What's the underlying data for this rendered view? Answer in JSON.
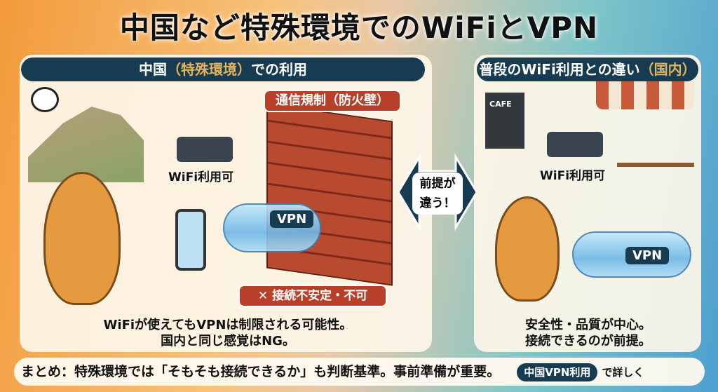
{
  "title": "中国など特殊環境でのWiFiとVPN",
  "left": {
    "header_pre": "中国",
    "header_hl": "（特殊環境）",
    "header_post": "での利用",
    "firewall_label": "通信規制（防火壁）",
    "wifi_label": "WiFi利用可",
    "vpn_label": "VPN",
    "error_label": "✕ 接続不安定・不可",
    "caption_line1": "WiFiが使えてもVPNは制限される可能性。",
    "caption_line2": "国内と同じ感覚はNG。"
  },
  "middle": {
    "line1": "前提が",
    "line2": "違う！"
  },
  "right": {
    "header_pre": "普段のWiFi利用との違い",
    "header_hl": "（国内）",
    "cafe_sign": "CAFE",
    "wifi_label": "WiFi利用可",
    "vpn_label": "VPN",
    "caption_line1": "安全性・品質が中心。",
    "caption_line2": "接続できるのが前提。"
  },
  "bottom": {
    "summary": "まとめ：特殊環境では「そもそも接続できるか」も判断基準。事前準備が重要。",
    "link_pill": "中国VPN利用",
    "link_suffix": "で詳しく"
  },
  "colors": {
    "navy": "#173c52",
    "brick": "#b8402a",
    "accent": "#e3b35d"
  }
}
